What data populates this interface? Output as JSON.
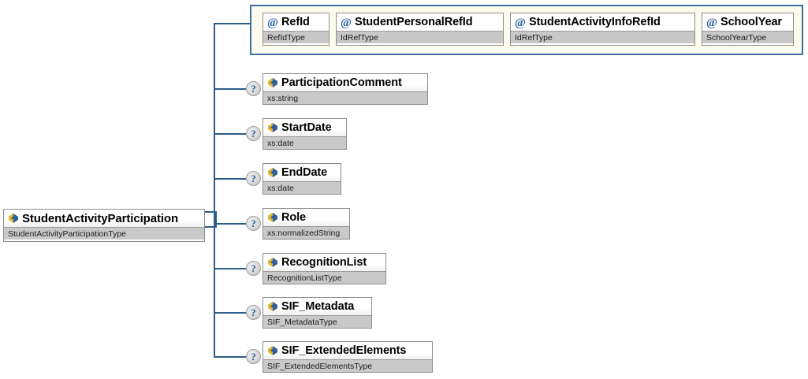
{
  "diagram": {
    "kind": "xml-schema-tree",
    "root": {
      "name": "StudentActivityParticipation",
      "type": "StudentActivityParticipationType",
      "icon": "element-icon"
    },
    "attribute_group": {
      "attributes": [
        {
          "name": "RefId",
          "type": "RefIdType",
          "icon": "attribute-icon"
        },
        {
          "name": "StudentPersonalRefId",
          "type": "IdRefType",
          "icon": "attribute-icon"
        },
        {
          "name": "StudentActivityInfoRefId",
          "type": "IdRefType",
          "icon": "attribute-icon"
        },
        {
          "name": "SchoolYear",
          "type": "SchoolYearType",
          "icon": "attribute-icon"
        }
      ]
    },
    "children": [
      {
        "name": "ParticipationComment",
        "type": "xs:string",
        "optional": "?",
        "icon": "element-icon"
      },
      {
        "name": "StartDate",
        "type": "xs:date",
        "optional": "?",
        "icon": "element-icon"
      },
      {
        "name": "EndDate",
        "type": "xs:date",
        "optional": "?",
        "icon": "element-icon"
      },
      {
        "name": "Role",
        "type": "xs:normalizedString",
        "optional": "?",
        "icon": "element-icon"
      },
      {
        "name": "RecognitionList",
        "type": "RecognitionListType",
        "optional": "?",
        "icon": "element-icon"
      },
      {
        "name": "SIF_Metadata",
        "type": "SIF_MetadataType",
        "optional": "?",
        "icon": "element-icon"
      },
      {
        "name": "SIF_ExtendedElements",
        "type": "SIF_ExtendedElementsType",
        "optional": "?",
        "icon": "element-icon"
      }
    ],
    "colors": {
      "connector": "#2e5c8a",
      "attr_group_border": "#3c6ea5",
      "attr_group_fill": "#fdfcec",
      "type_band": "#c8c8c8",
      "node_border": "#8d8d8d",
      "canvas": "#ffffff"
    }
  }
}
